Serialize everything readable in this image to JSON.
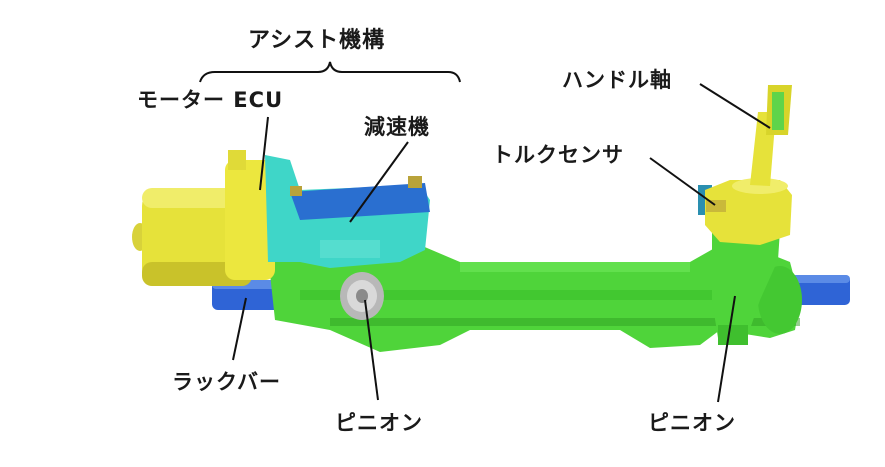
{
  "diagram": {
    "subject": "Electric power steering rack assembly",
    "group_label": "アシスト機構",
    "labels": {
      "motor_ecu": "モーター ECU",
      "reducer": "減速機",
      "handle_shaft": "ハンドル軸",
      "torque_sensor": "トルクセンサ",
      "rack_bar": "ラックバー",
      "pinion_left": "ピニオン",
      "pinion_right": "ピニオン"
    },
    "colors": {
      "housing_green": "#4fd43a",
      "motor_yellow": "#e6e23a",
      "reducer_cyan": "#3fd6c8",
      "reducer_blue": "#2a6fd0",
      "rack_blue": "#2f64d6",
      "pinion_gray": "#b8b8b8",
      "text": "#1a1a1a",
      "leader": "#111111"
    }
  }
}
